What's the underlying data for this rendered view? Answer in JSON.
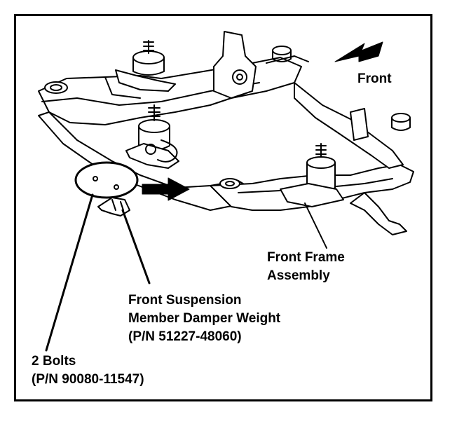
{
  "labels": {
    "front": "Front",
    "frame_assembly": [
      "Front Frame",
      "Assembly"
    ],
    "damper_weight": [
      "Front Suspension",
      "Member Damper Weight",
      "(P/N 51227-48060)"
    ],
    "bolts": [
      "2 Bolts",
      "(P/N 90080-11547)"
    ]
  },
  "colors": {
    "ink": "#000000",
    "paper": "#ffffff"
  }
}
